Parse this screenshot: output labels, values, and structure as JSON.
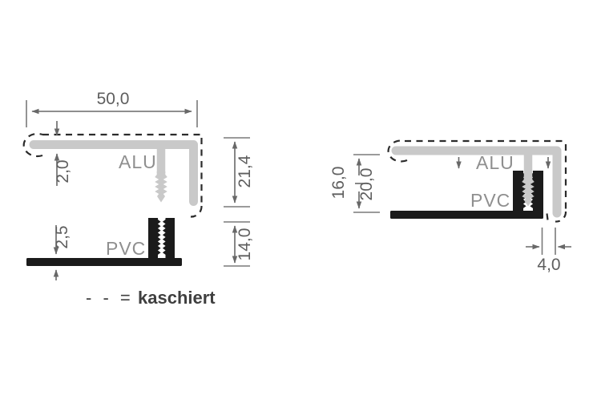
{
  "diagram_left": {
    "label_alu": "ALU",
    "label_pvc": "PVC",
    "dim_total_width": "50,0",
    "dim_alu_thickness": "2,0",
    "dim_alu_height": "21,4",
    "dim_pvc_thickness": "2,5",
    "dim_pvc_height": "14,0"
  },
  "diagram_right": {
    "label_alu": "ALU",
    "label_pvc": "PVC",
    "dim_height_min": "16,0",
    "dim_height_max": "20,0",
    "dim_slot_gap": "4,0"
  },
  "legend": {
    "dash_symbol": "- - =",
    "term": "kaschiert"
  },
  "colors": {
    "background": "#ffffff",
    "alu_profile": "#c9c9c9",
    "pvc_profile": "#1b1b1b",
    "dimension_lines": "#686868",
    "dimension_text": "#5e5e5e",
    "material_labels": "#8f8f8f",
    "dashed_outline": "#2b2b2b",
    "legend_text": "#3f3f3f"
  }
}
